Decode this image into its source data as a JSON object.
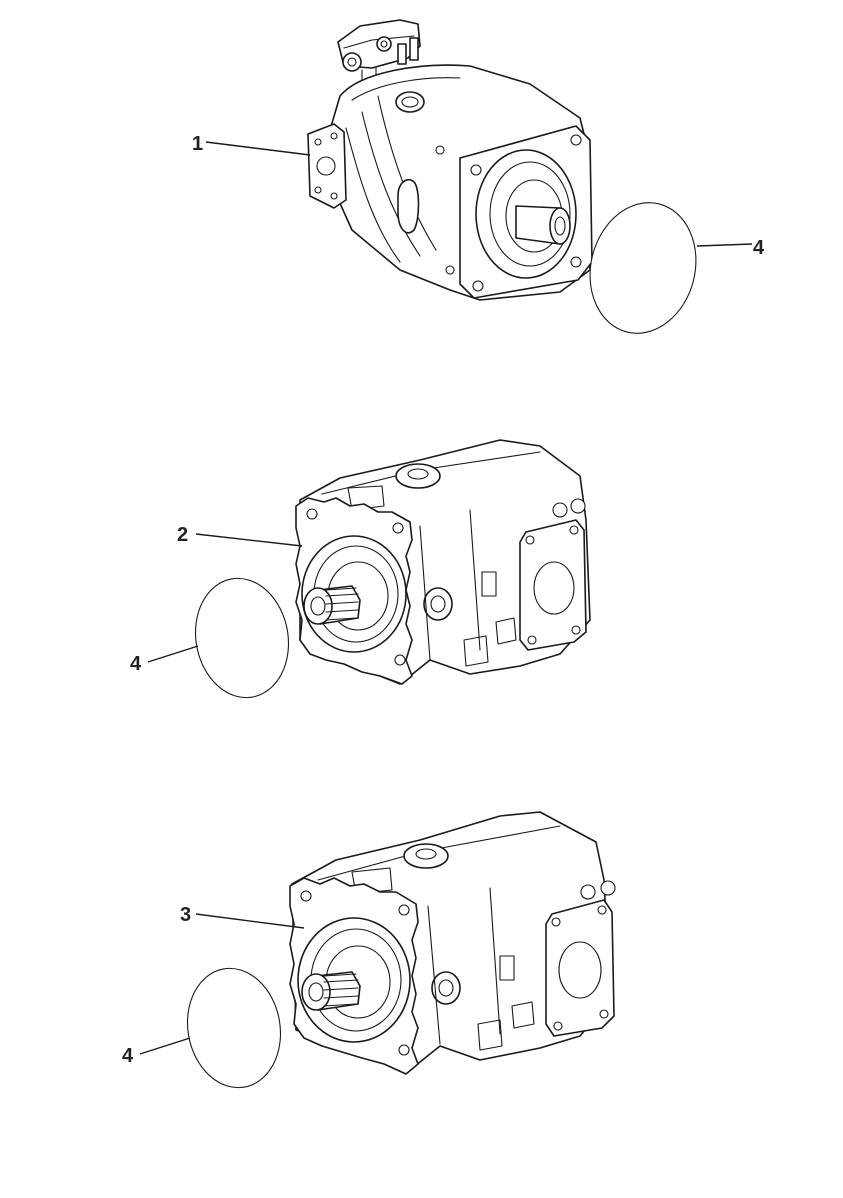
{
  "callouts": {
    "c1": "1",
    "c2": "2",
    "c3": "3",
    "c4a": "4",
    "c4b": "4",
    "c4c": "4"
  },
  "colors": {
    "line": "#1a1a1a",
    "background": "#ffffff"
  }
}
